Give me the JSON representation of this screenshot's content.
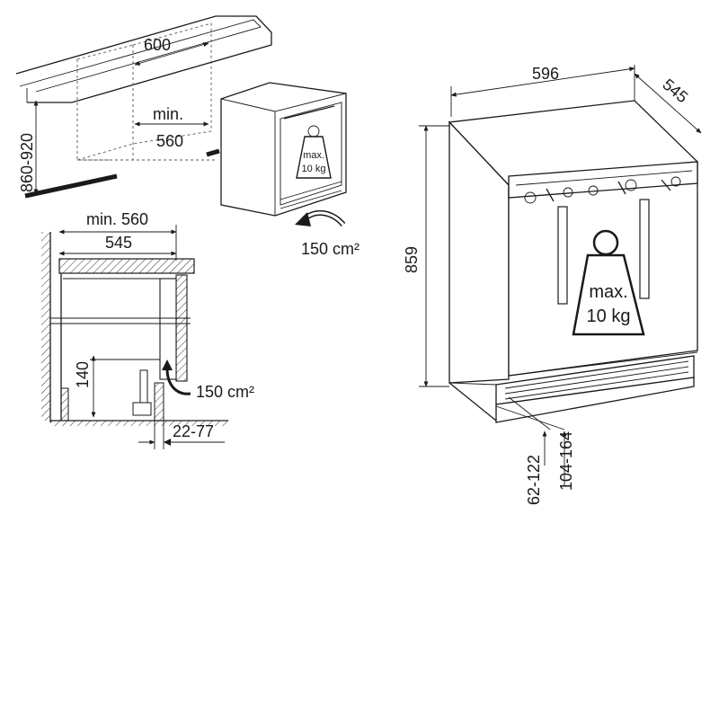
{
  "top_left_view": {
    "depth_label": "600",
    "min_label": "min.",
    "min_value": "560",
    "height_range": "860-920",
    "weight_line1": "max.",
    "weight_line2": "10 kg",
    "vent_area": "150 cm²"
  },
  "side_section": {
    "min_label": "min. 560",
    "depth_label": "545",
    "height_label": "140",
    "vent_area": "150 cm²",
    "plinth_range": "22-77"
  },
  "right_view": {
    "width_label": "596",
    "depth_label": "545",
    "height_label": "859",
    "weight_line1": "max.",
    "weight_line2": "10 kg",
    "plinth_low": "62-122",
    "plinth_high": "104-164"
  }
}
